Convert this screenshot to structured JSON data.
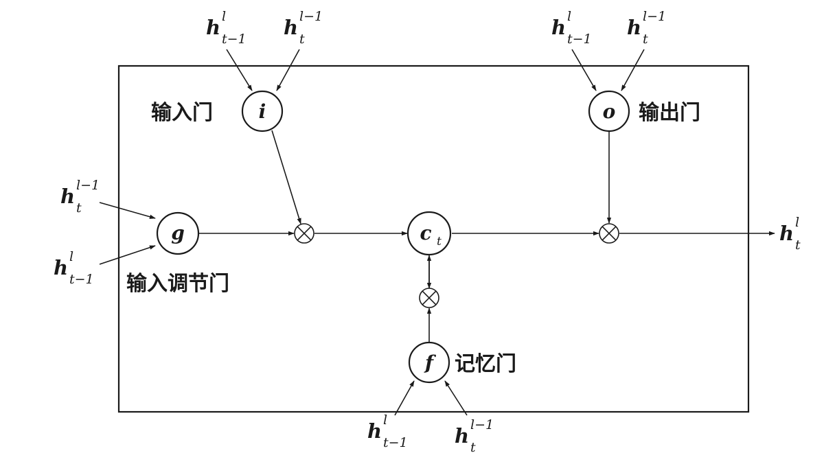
{
  "gates": {
    "input": {
      "symbol": "i",
      "label": "输入门"
    },
    "output": {
      "symbol": "o",
      "label": "输出门"
    },
    "modulation": {
      "symbol": "g",
      "label": "输入调节门"
    },
    "forget": {
      "symbol": "f",
      "label": "记忆门"
    },
    "cell": {
      "symbol": "c",
      "subscript": "t"
    }
  },
  "inputs": {
    "prev_time": {
      "base": "h",
      "sup": "l",
      "sub": "t−1"
    },
    "prev_layer": {
      "base": "h",
      "sup": "l−1",
      "sub": "t"
    }
  },
  "output": {
    "base": "h",
    "sup": "l",
    "sub": "t"
  }
}
